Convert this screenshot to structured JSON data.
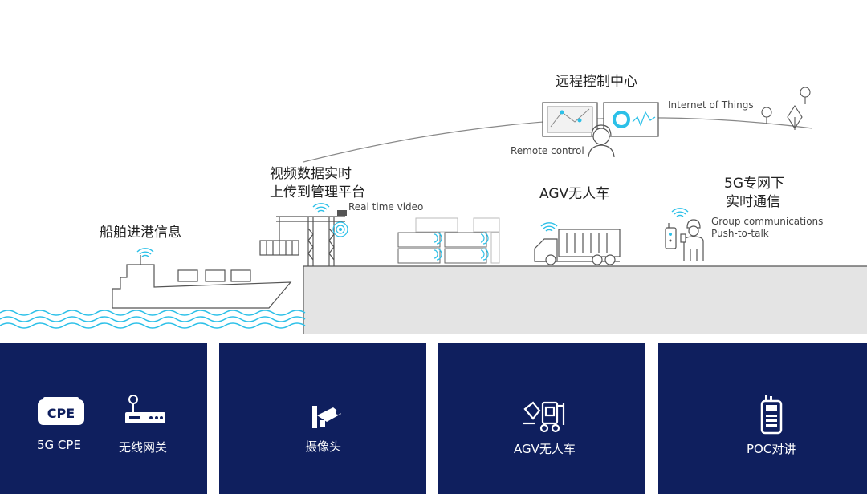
{
  "scene": {
    "control_center": "远程控制中心",
    "iot": "Internet of Things",
    "remote_control": "Remote control",
    "video_title_1": "视频数据实时",
    "video_title_2": "上传到管理平台",
    "video_en": "Real time video",
    "agv": "AGV无人车",
    "ship": "船舶进港信息",
    "private_1": "5G专网下",
    "private_2": "实时通信",
    "group_1": "Group communications",
    "group_2": "Push-to-talk"
  },
  "panels": [
    {
      "icon": "cpe-icon",
      "label": "5G CPE",
      "icon2": "router-icon",
      "label2": "无线网关"
    },
    {
      "icon": "camera-icon",
      "label": "摄像头"
    },
    {
      "icon": "forklift-icon",
      "label": "AGV无人车"
    },
    {
      "icon": "walkie-talkie-icon",
      "label": "POC对讲"
    }
  ],
  "colors": {
    "navy": "#0f1f5e",
    "cyan": "#2cc0e8",
    "line": "#555555",
    "ground": "#e4e4e4"
  }
}
